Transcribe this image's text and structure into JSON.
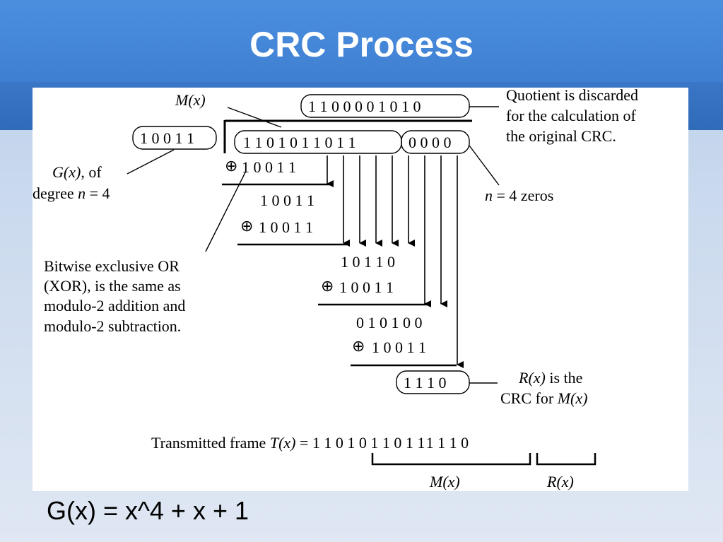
{
  "slide": {
    "title": "CRC Process",
    "caption": "G(x) = x^4 + x + 1"
  },
  "diagram": {
    "label_mx": "M(x)",
    "quotient": "1 1 0 0 0 0 1 0 1 0",
    "quotient_note": [
      "Quotient is discarded",
      "for the calculation of",
      "the original CRC."
    ],
    "divisor": "1 0 0 1 1",
    "gx_label_italic": "G(x)",
    "gx_label_rest": ", of",
    "gx_degree_pre": "degree ",
    "gx_degree_n": "n",
    "gx_degree_post": " = 4",
    "message": "1 1 0 1 0 1 1 0 1 1",
    "zeros": "0 0 0 0",
    "n_zeros_n": "n",
    "n_zeros_rest": " = 4 zeros",
    "xor_symbol": "⊕",
    "steps": [
      {
        "xor_operand": "1 0 0 1 1"
      },
      {
        "dividend": "1 0 0 1 1",
        "xor_operand": "1 0 0 1 1"
      },
      {
        "dividend": "1 0 1 1 0",
        "xor_operand": "1 0 0 1 1"
      },
      {
        "dividend": "0 1 0 1 0 0",
        "xor_operand": "1 0 0 1 1"
      }
    ],
    "xor_note": [
      "Bitwise exclusive OR",
      "(XOR), is the same as",
      "modulo-2 addition and",
      "modulo-2 subtraction."
    ],
    "remainder": "1 1 1 0",
    "rx_note_italic": "R(x)",
    "rx_note_rest": " is the",
    "rx_note_line2": "CRC for ",
    "rx_note_line2_italic": "M(x)",
    "transmitted_label": "Transmitted frame ",
    "transmitted_tx": "T(x)",
    "transmitted_eq": " = ",
    "transmitted_m": "1 1 0 1 0 1 1 0 1 1",
    "transmitted_r": "1 1 1 0",
    "brace_m_label": "M(x)",
    "brace_r_label": "R(x)"
  }
}
